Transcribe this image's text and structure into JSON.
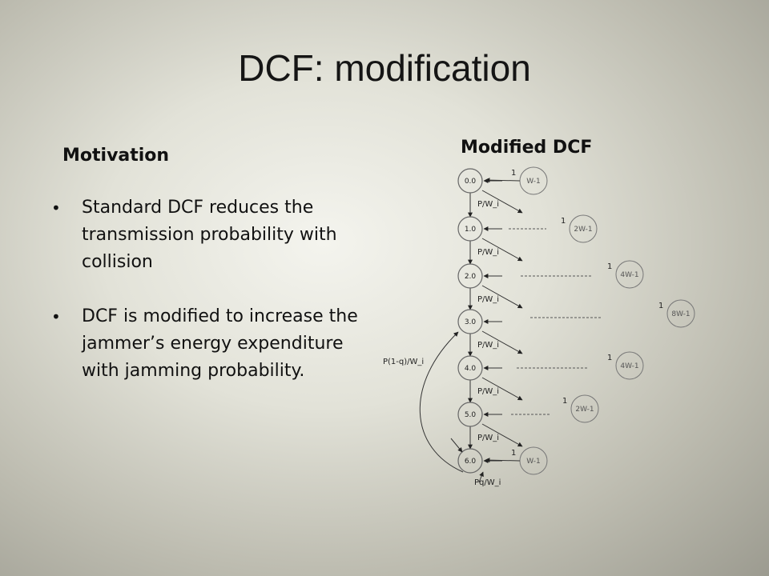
{
  "slide": {
    "title": "DCF: modification",
    "motivation_heading": "Motivation",
    "modified_heading": "Modified DCF",
    "bullets": [
      "Standard DCF reduces the transmission probability with collision",
      "DCF is modified to increase the jammer’s energy expenditure with jamming probability."
    ]
  },
  "diagram": {
    "left_states": [
      "0.0",
      "1.0",
      "2.0",
      "3.0",
      "4.0",
      "5.0",
      "6.0"
    ],
    "right_states": [
      "W-1",
      "2W-1",
      "4W-1",
      "8W-1",
      "4W-1",
      "2W-1",
      "W-1"
    ],
    "transition_labels": [
      "P/W_i",
      "P/W_i",
      "P/W_i",
      "P/W_i",
      "P/W_i",
      "P/W_i"
    ],
    "one_label": "1",
    "feedback_label": "P(1-q)/W_i",
    "bottom_label": "Pq/W_i"
  }
}
